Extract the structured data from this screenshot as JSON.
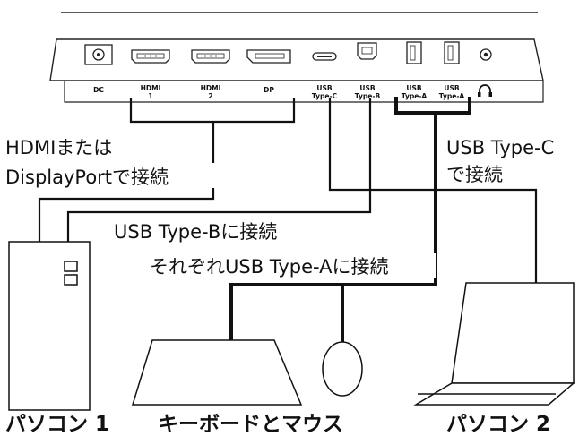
{
  "ports": {
    "dc": "DC",
    "hdmi1_line1": "HDMI",
    "hdmi1_line2": "1",
    "hdmi2_line1": "HDMI",
    "hdmi2_line2": "2",
    "dp": "DP",
    "usbc_line1": "USB",
    "usbc_line2": "Type-C",
    "usbb_line1": "USB",
    "usbb_line2": "Type-B",
    "usba1_line1": "USB",
    "usba1_line2": "Type-A",
    "usba2_line1": "USB",
    "usba2_line2": "Type-A"
  },
  "callouts": {
    "hdmi_dp_line1": "HDMIまたは",
    "hdmi_dp_line2": "DisplayPortで接続",
    "usbb": "USB Type-Bに接続",
    "usba": "それぞれUSB Type-Aに接続",
    "usbc_line1": "USB Type-C",
    "usbc_line2": "で接続"
  },
  "devices": {
    "pc1": "パソコン 1",
    "keyboard_mouse": "キーボードとマウス",
    "pc2": "パソコン 2"
  }
}
